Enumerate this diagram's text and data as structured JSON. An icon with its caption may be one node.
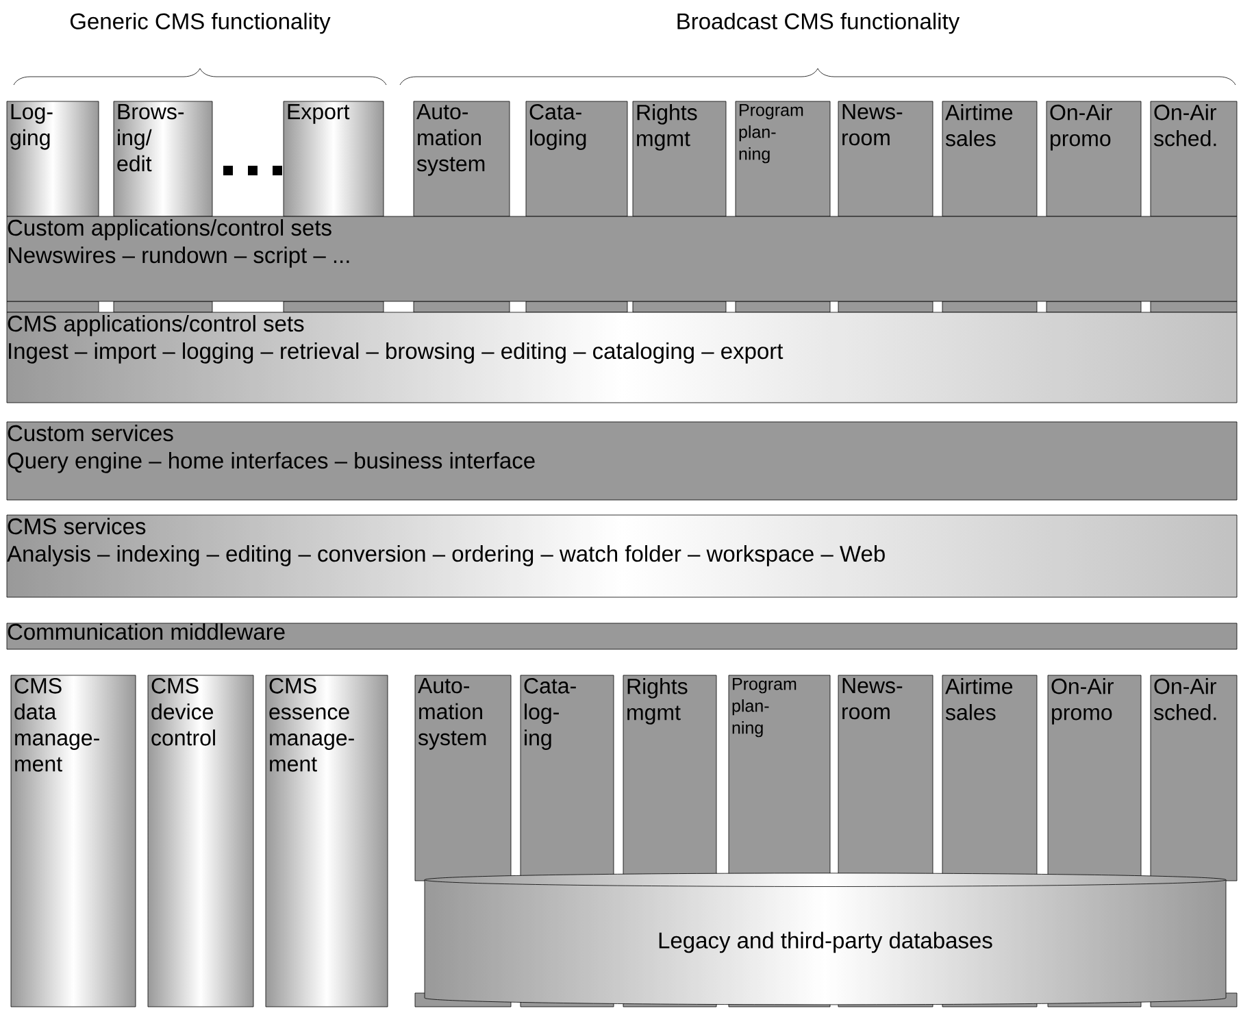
{
  "diagram": {
    "nodes": [
      {
        "text": [
          "Log- ging"
        ]
      },
      {
        "text": [
          "Brows- ing/ edit"
        ]
      },
      {
        "text": [
          "Export"
        ]
      },
      {
        "text": [
          "Auto- mation system"
        ]
      },
      {
        "text": [
          "Cata- loging"
        ]
      },
      {
        "text": [
          "Rights mgmt"
        ]
      },
      {
        "text": [
          "Program plan- ning"
        ]
      },
      {
        "text": [
          "News- room"
        ]
      },
      {
        "text": [
          "Airtime sales"
        ]
      },
      {
        "text": [
          "On-Air promo"
        ]
      },
      {
        "text": [
          "On-Air sched."
        ]
      },
      {
        "text": [
          "Custom applications/control sets",
          "Newswires – rundown – script – ..."
        ]
      },
      {
        "text": [
          "CMS applications/control sets",
          "Ingest – import – logging – retrieval – browsing – editing – cataloging – export"
        ]
      },
      {
        "text": [
          "Custom services",
          "Query engine – home interfaces – business interface"
        ]
      },
      {
        "text": [
          "CMS services",
          "Analysis – indexing – editing – conversion – ordering – watch folder – workspace – Web"
        ]
      },
      {
        "text": [
          "Communication middleware"
        ]
      },
      {
        "text": [
          "CMS data manage- ment"
        ]
      },
      {
        "text": [
          "CMS device control"
        ]
      },
      {
        "text": [
          "CMS essence manage- ment"
        ]
      },
      {
        "text": [
          "Auto- mation system"
        ]
      },
      {
        "text": [
          "Cata- log- ing"
        ]
      },
      {
        "text": [
          "Rights mgmt"
        ]
      },
      {
        "text": [
          "Program plan- ning"
        ]
      },
      {
        "text": [
          "News- room"
        ]
      },
      {
        "text": [
          "Airtime sales"
        ]
      },
      {
        "text": [
          "On-Air promo"
        ]
      },
      {
        "text": [
          "On-Air sched."
        ]
      },
      {
        "text": [
          "Legacy and third-party databases"
        ]
      }
    ],
    "labels": [
      "Generic CMS functionality",
      "Broadcast CMS functionality"
    ]
  }
}
